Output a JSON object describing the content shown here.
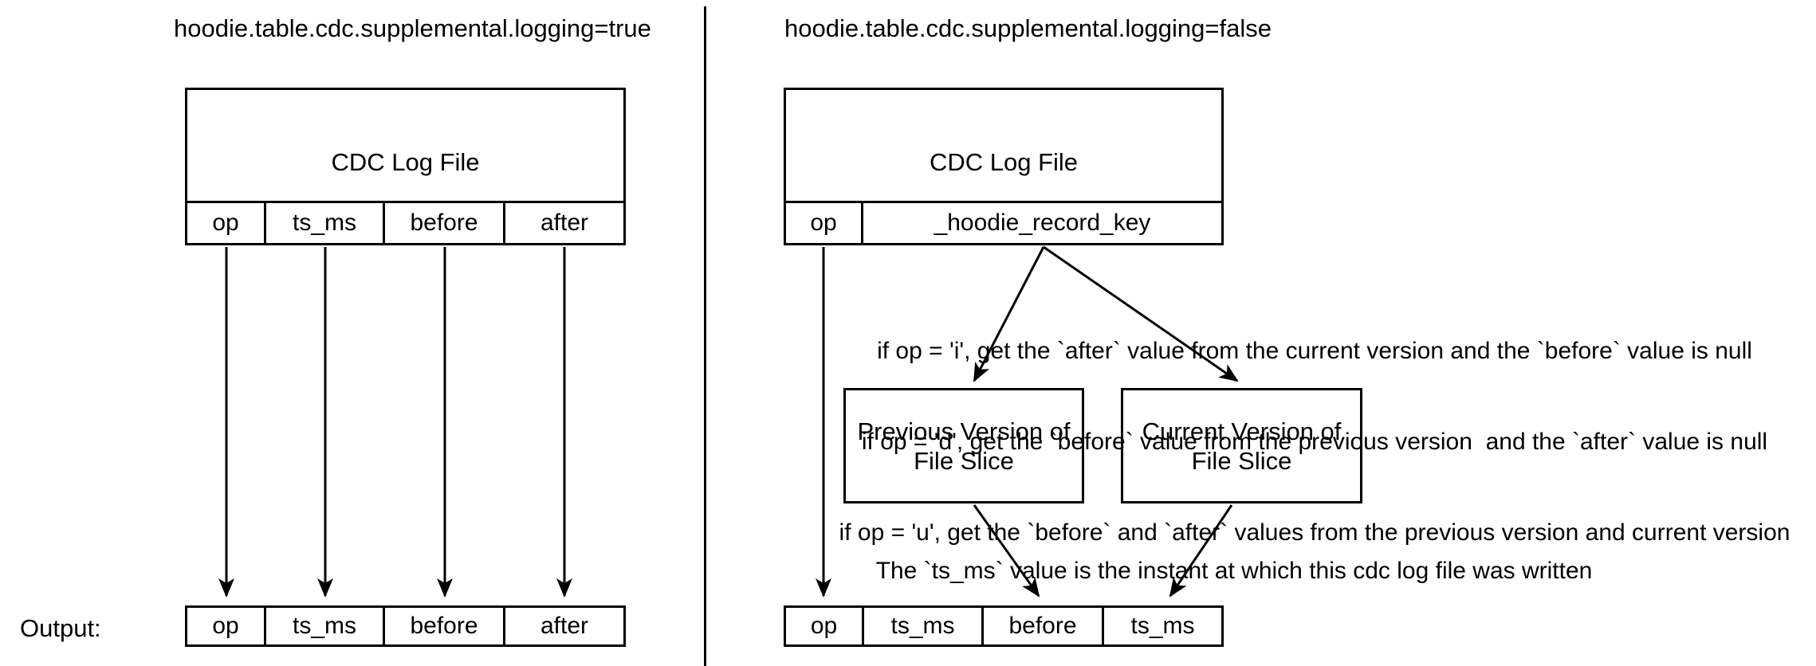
{
  "colors": {
    "line": "#000000",
    "background": "#ffffff"
  },
  "left_panel": {
    "title": "hoodie.table.cdc.supplemental.logging=true",
    "cdc_box": {
      "title": "CDC Log File",
      "columns": [
        "op",
        "ts_ms",
        "before",
        "after"
      ]
    },
    "output_label": "Output:",
    "output_columns": [
      "op",
      "ts_ms",
      "before",
      "after"
    ]
  },
  "right_panel": {
    "title": "hoodie.table.cdc.supplemental.logging=false",
    "cdc_box": {
      "title": "CDC Log File",
      "columns": [
        "op",
        "_hoodie_record_key"
      ]
    },
    "notes": [
      "if op = 'i', get the `after` value from the current version and the `before` value is null",
      "if op = 'd', get the `before` value from the previous version  and the `after` value is null",
      "if op = 'u', get the `before` and `after` values from the previous version and current version"
    ],
    "boxes": [
      {
        "line1": "Previous Version of",
        "line2": "File Slice"
      },
      {
        "line1": "Current Version of",
        "line2": "File Slice"
      }
    ],
    "ts_note": "The `ts_ms` value is the instant at which this cdc log file was written",
    "output_columns": [
      "op",
      "ts_ms",
      "before",
      "ts_ms"
    ]
  }
}
